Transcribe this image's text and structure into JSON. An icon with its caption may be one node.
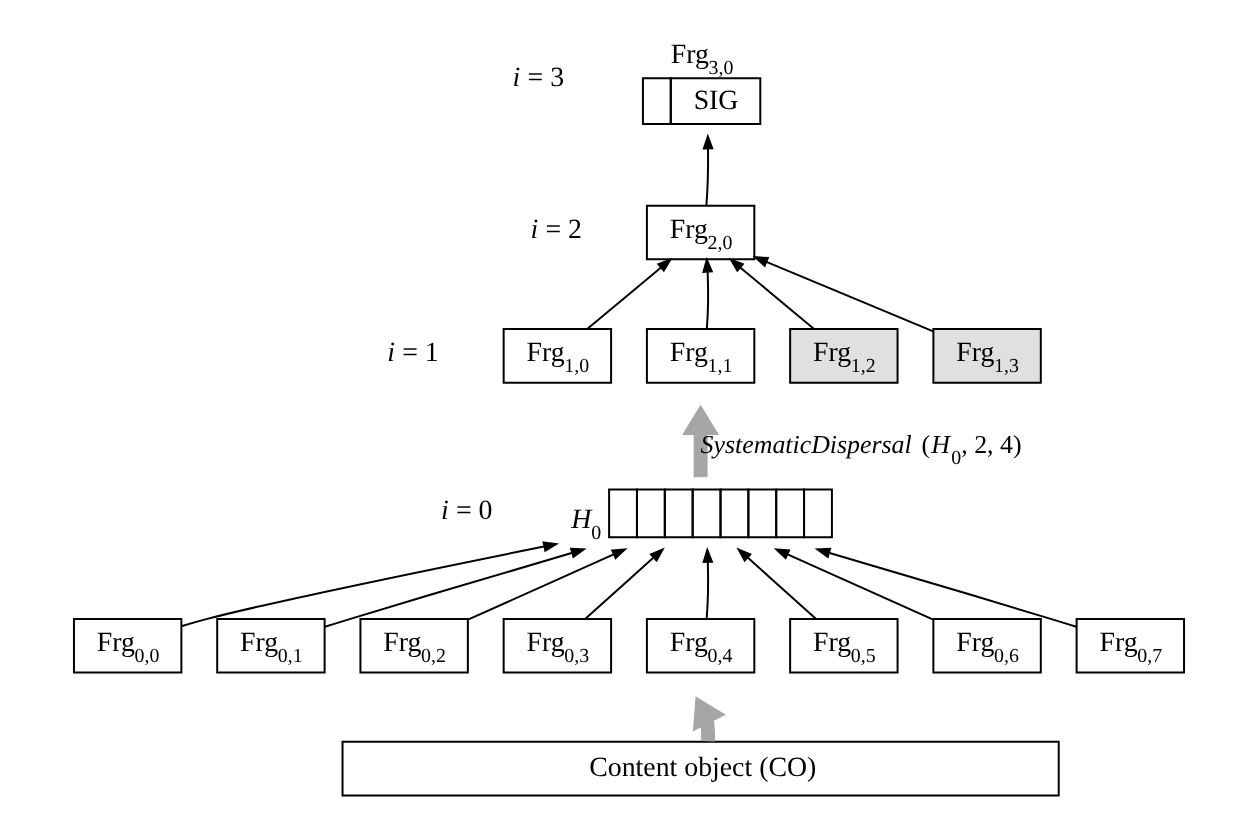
{
  "diagram": {
    "nodes": [
      {
        "text": [
          "Frg$_{3,0}$",
          "SIG"
        ]
      },
      {
        "text": [
          "Frg$_{2,0}$"
        ]
      },
      {
        "text": [
          "Frg$_{1,0}$"
        ]
      },
      {
        "text": [
          "Frg$_{1,1}$"
        ]
      },
      {
        "text": [
          "Frg$_{1,2}$"
        ]
      },
      {
        "text": [
          "Frg$_{1,3}$"
        ]
      },
      {
        "text": [
          "*H*$_{0}$"
        ]
      },
      {
        "text": [
          "Frg$_{0,0}$"
        ]
      },
      {
        "text": [
          "Frg$_{0,1}$"
        ]
      },
      {
        "text": [
          "Frg$_{0,2}$"
        ]
      },
      {
        "text": [
          "Frg$_{0,3}$"
        ]
      },
      {
        "text": [
          "Frg$_{0,4}$"
        ]
      },
      {
        "text": [
          "Frg$_{0,5}$"
        ]
      },
      {
        "text": [
          "Frg$_{0,6}$"
        ]
      },
      {
        "text": [
          "Frg$_{0,7}$"
        ]
      },
      {
        "text": [
          "Content object (CO)"
        ]
      }
    ],
    "edges": [
      {
        "from": 1,
        "to": 0,
        "arrow": "to"
      },
      {
        "from": 2,
        "to": 1,
        "arrow": "to"
      },
      {
        "from": 3,
        "to": 1,
        "arrow": "to"
      },
      {
        "from": 4,
        "to": 1,
        "arrow": "to"
      },
      {
        "from": 5,
        "to": 1,
        "arrow": "to"
      },
      {
        "from": 6,
        "to": null,
        "arrow": "to",
        "style": "thick",
        "color": "#a6a6a6",
        "label": "*SystematicDispersal*(*H*$_{0}$, 2, 4)"
      },
      {
        "from": 7,
        "to": 6,
        "arrow": "to"
      },
      {
        "from": 8,
        "to": 6,
        "arrow": "to"
      },
      {
        "from": 9,
        "to": 6,
        "arrow": "to"
      },
      {
        "from": 10,
        "to": 6,
        "arrow": "to"
      },
      {
        "from": 11,
        "to": 6,
        "arrow": "to"
      },
      {
        "from": 12,
        "to": 6,
        "arrow": "to"
      },
      {
        "from": 13,
        "to": 6,
        "arrow": "to"
      },
      {
        "from": 14,
        "to": 6,
        "arrow": "to"
      },
      {
        "from": 15,
        "to": null,
        "arrow": "to",
        "style": "thick",
        "color": "#a6a6a6"
      }
    ],
    "labels": [
      "*i* = 3",
      "*i* = 2",
      "*i* = 1",
      "*i* = 0"
    ]
  }
}
